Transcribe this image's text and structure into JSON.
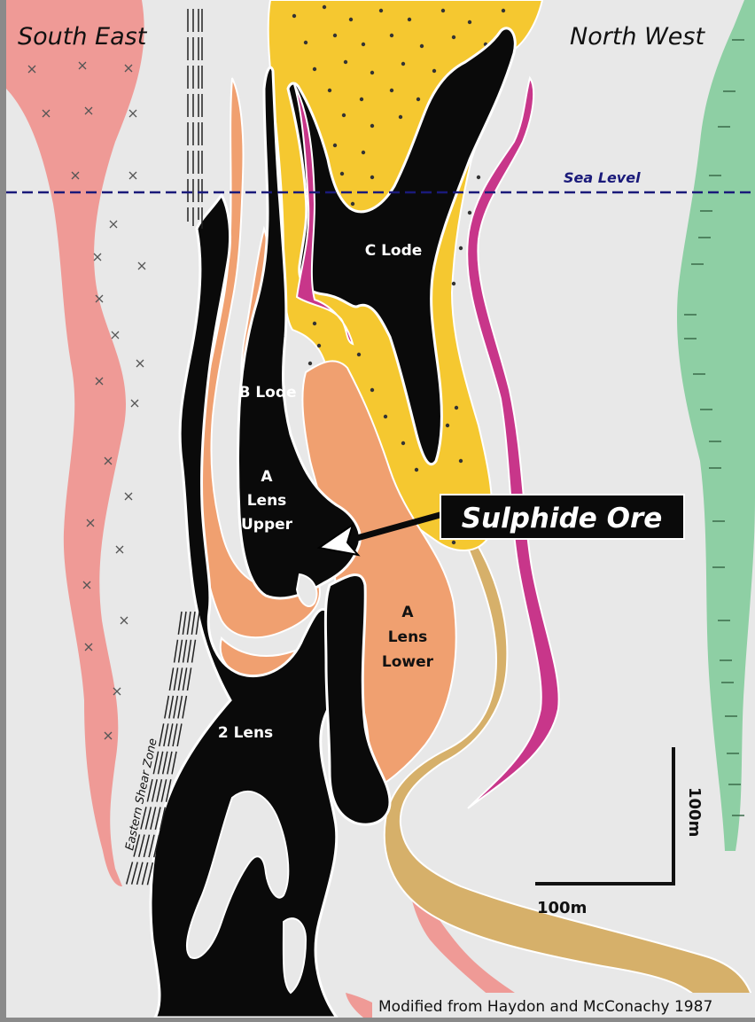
{
  "labels": {
    "south_east": "South East",
    "north_west": "North West",
    "sea_level": "Sea Level",
    "c_lode": "C Lode",
    "b_lode": "B Lode",
    "a_lens_upper": [
      "A",
      "Lens",
      "Upper"
    ],
    "a_lens_lower": [
      "A",
      "Lens",
      "Lower"
    ],
    "two_lens": "2 Lens",
    "sulphide_ore": "Sulphide Ore",
    "eastern_shear_zone": "Eastern Shear Zone",
    "scale_vertical": "100m",
    "scale_horizontal": "100m",
    "credit": "Modified from Haydon and McConachy 1987"
  },
  "colors": {
    "background": "#e8e8e8",
    "frame": "#8a8a8a",
    "granite_pink": "#ef9a96",
    "sediment_yellow": "#f5c830",
    "magenta_unit": "#c8368a",
    "orange_unit": "#f0a070",
    "tan_unit": "#d6b06a",
    "green_unit": "#8ecfa4",
    "ore_black": "#0a0a0a",
    "sea_level_line": "#1a1a7a"
  },
  "icons": {
    "sulphide_arrow": "arrow-left-icon"
  }
}
